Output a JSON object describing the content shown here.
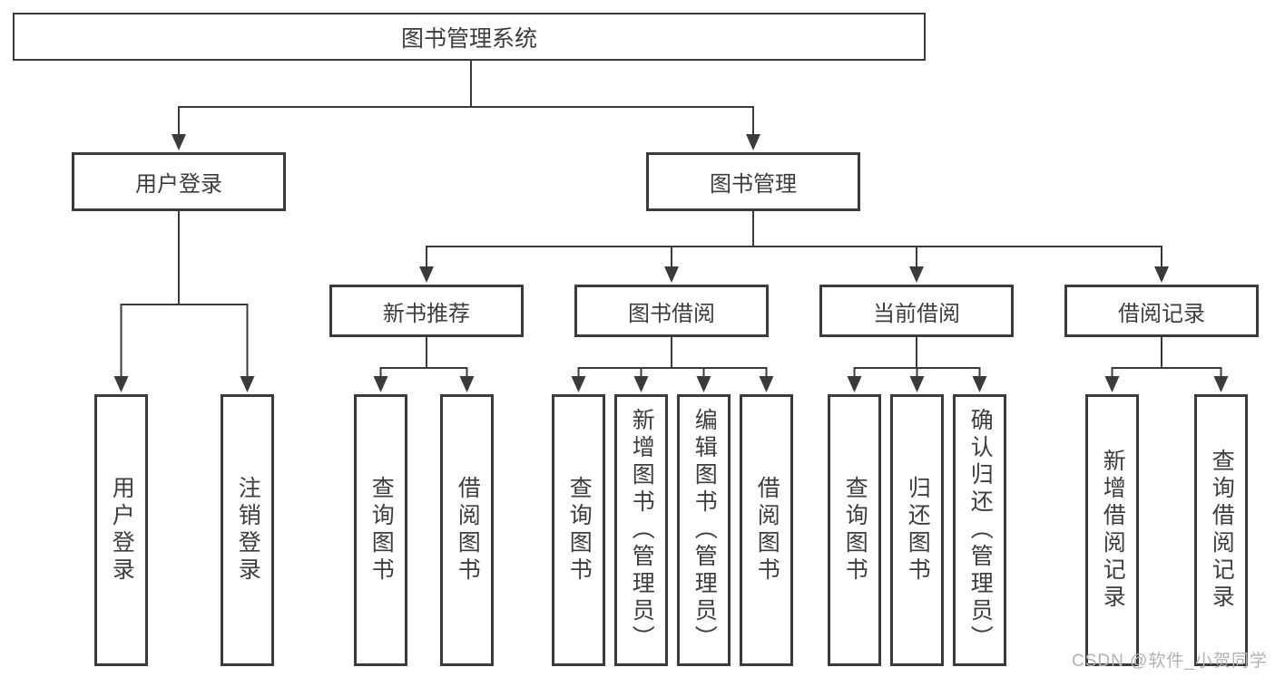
{
  "diagram": {
    "root": {
      "label": "图书管理系统",
      "children": [
        {
          "label": "用户登录",
          "children": [
            {
              "label": "用户登录"
            },
            {
              "label": "注销登录"
            }
          ]
        },
        {
          "label": "图书管理",
          "children": [
            {
              "label": "新书推荐",
              "children": [
                {
                  "label": "查询图书"
                },
                {
                  "label": "借阅图书"
                }
              ]
            },
            {
              "label": "图书借阅",
              "children": [
                {
                  "label": "查询图书"
                },
                {
                  "label": "新增图书（管理员）"
                },
                {
                  "label": "编辑图书（管理员）"
                },
                {
                  "label": "借阅图书"
                }
              ]
            },
            {
              "label": "当前借阅",
              "children": [
                {
                  "label": "查询图书"
                },
                {
                  "label": "归还图书"
                },
                {
                  "label": "确认归还（管理员）"
                }
              ]
            },
            {
              "label": "借阅记录",
              "children": [
                {
                  "label": "新增借阅记录"
                },
                {
                  "label": "查询借阅记录"
                }
              ]
            }
          ]
        }
      ]
    },
    "colors": {
      "line": "#3b3b3b",
      "box_border": "#3b3b3b",
      "text": "#3d3d3d",
      "watermark": "#b2b2b2",
      "background": "#ffffff"
    }
  },
  "watermark": {
    "text": "CSDN @软件_小贺同学"
  }
}
